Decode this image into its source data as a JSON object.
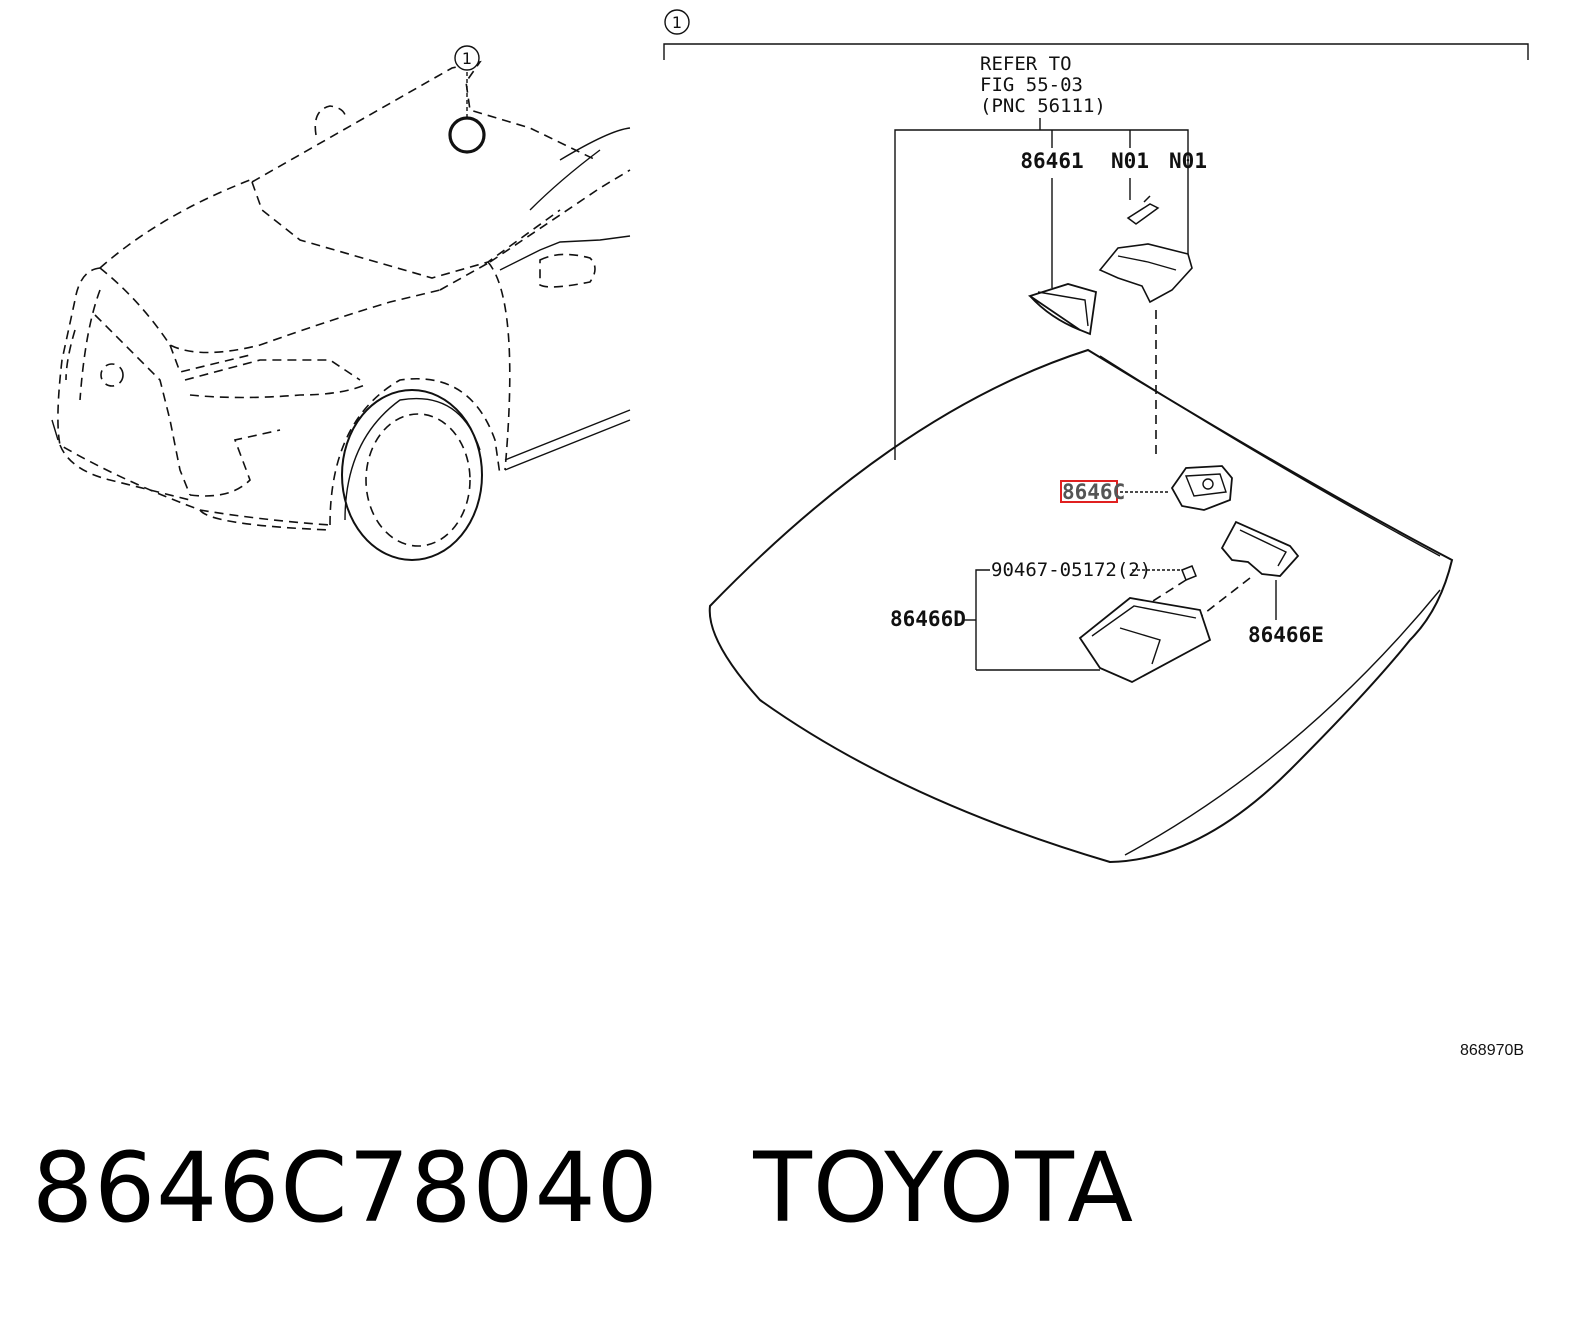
{
  "callout_number": "1",
  "refer": {
    "line1": "REFER TO",
    "line2": "FIG 55-03",
    "line3": "(PNC 56111)"
  },
  "labels": {
    "part_86461": "86461",
    "part_n01_a": "N01",
    "part_n01_b": "N01",
    "part_8646c": "8646C",
    "part_bolt": "90467-05172(2)",
    "part_86466d": "86466D",
    "part_86466e": "86466E"
  },
  "diagram_code": "868970B",
  "caption": {
    "part_number": "8646C78040",
    "brand": "TOYOTA"
  },
  "colors": {
    "highlight": "#e02020",
    "ink": "#111111"
  }
}
